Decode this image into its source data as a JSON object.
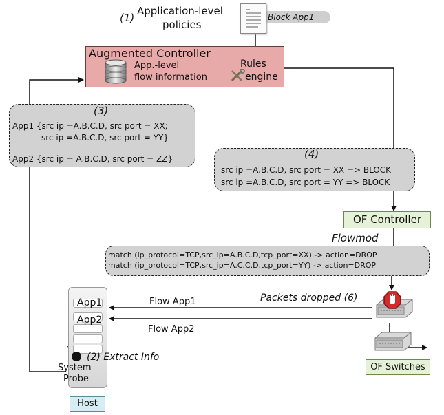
{
  "policy": {
    "step": "(1)",
    "line1": "Application-level",
    "line2": "policies",
    "doc_icon": "document-icon",
    "tag": "Block App1"
  },
  "controller": {
    "title": "Augmented Controller",
    "db_icon": "database-icon",
    "info_line1": "App.-level",
    "info_line2": "flow information",
    "rules_line1": "Rules",
    "rules_line2": "engine",
    "tools_icon": "tools-icon"
  },
  "bubble3": {
    "step": "(3)",
    "line1": "App1 {src ip =A.B.C.D, src port = XX;",
    "line2": "src ip =A.B.C.D, src port = YY}",
    "line3": "App2 {src ip = A.B.C.D, src port = ZZ}"
  },
  "bubble4": {
    "step": "(4)",
    "line1": "src ip =A.B.C.D, src port = XX => BLOCK",
    "line2": "src ip =A.B.C.D, src port = YY => BLOCK"
  },
  "of_controller": "OF Controller",
  "flowmod": {
    "label": "Flowmod",
    "line1": "match (ip_protocol=TCP,src_ip=A.B.C.D,tcp_port=XX) -> action=DROP",
    "line2": "match (ip_protocol=TCP,src_ip=A.C.C.D,tcp_port=YY) -> action=DROP"
  },
  "packets_dropped": "Packets dropped (6)",
  "stop_icon": "stop-hand-icon",
  "switch_icon": "network-switch-icon",
  "flows": {
    "app1": "Flow App1",
    "app2": "Flow App2"
  },
  "host": {
    "app1": "App1",
    "app2": "App2",
    "extract": "(2) Extract Info",
    "probe_line1": "System",
    "probe_line2": "Probe",
    "label": "Host"
  },
  "of_switches": "OF Switches"
}
